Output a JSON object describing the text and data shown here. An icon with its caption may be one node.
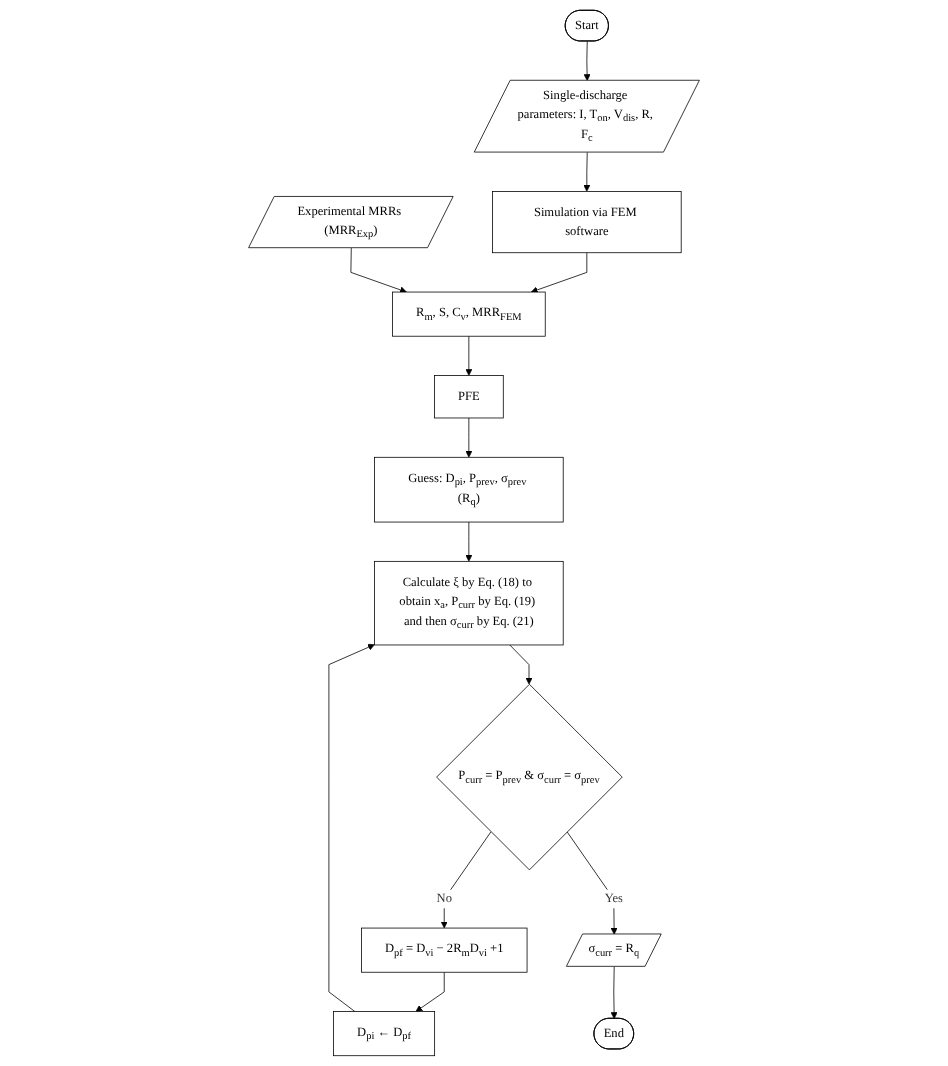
{
  "diagram": {
    "nodes": [
      {
        "text": [
          "Start"
        ]
      },
      {
        "text": [
          "Single-discharge parameters: I, T$_{on}$, V$_{dis}$, R, F$_{c}$"
        ]
      },
      {
        "text": [
          "Simulation via FEM software"
        ]
      },
      {
        "text": [
          "Experimental MRRs (MRR$_{Exp}$)"
        ]
      },
      {
        "text": [
          "R$_{m}$, S, C$_{v}$, MRR$_{FEM}$"
        ]
      },
      {
        "text": [
          "PFE"
        ]
      },
      {
        "text": [
          "Guess: D$_{pi}$, P$_{prev}$, σ$_{prev}$ (R$_{q}$)"
        ]
      },
      {
        "text": [
          "Calculate ξ by Eq. (18) to obtain x$_{a}$, P$_{curr}$ by Eq. (19) and then σ$_{curr}$ by Eq. (21)"
        ]
      },
      {
        "text": [
          "P$_{curr}$ = P$_{prev}$ & σ$_{curr}$ = σ$_{prev}$"
        ]
      },
      {
        "text": [
          "D$_{pf}$ = D$_{vi}$ − 2R$_{m}$D$_{vi}$ +1"
        ]
      },
      {
        "text": [
          "D$_{pi}$ ← D$_{pf}$"
        ]
      },
      {
        "text": [
          "σ$_{curr}$ = R$_{q}$"
        ]
      },
      {
        "text": [
          "End"
        ]
      }
    ],
    "edges": [
      {
        "from": 0,
        "to": 1,
        "arrow": "to"
      },
      {
        "from": 1,
        "to": 2,
        "arrow": "to"
      },
      {
        "from": 2,
        "to": 4,
        "arrow": "to"
      },
      {
        "from": 3,
        "to": 4,
        "arrow": "to"
      },
      {
        "from": 4,
        "to": 5,
        "arrow": "to"
      },
      {
        "from": 5,
        "to": 6,
        "arrow": "to"
      },
      {
        "from": 6,
        "to": 7,
        "arrow": "to"
      },
      {
        "from": 7,
        "to": 8,
        "arrow": "to"
      },
      {
        "from": 8,
        "to": 9,
        "arrow": "to",
        "label": "No"
      },
      {
        "from": 9,
        "to": 10,
        "arrow": "to"
      },
      {
        "from": 10,
        "to": 7,
        "arrow": "to"
      },
      {
        "from": 8,
        "to": 11,
        "arrow": "to",
        "label": "Yes"
      },
      {
        "from": 11,
        "to": 12,
        "arrow": "to"
      }
    ]
  }
}
